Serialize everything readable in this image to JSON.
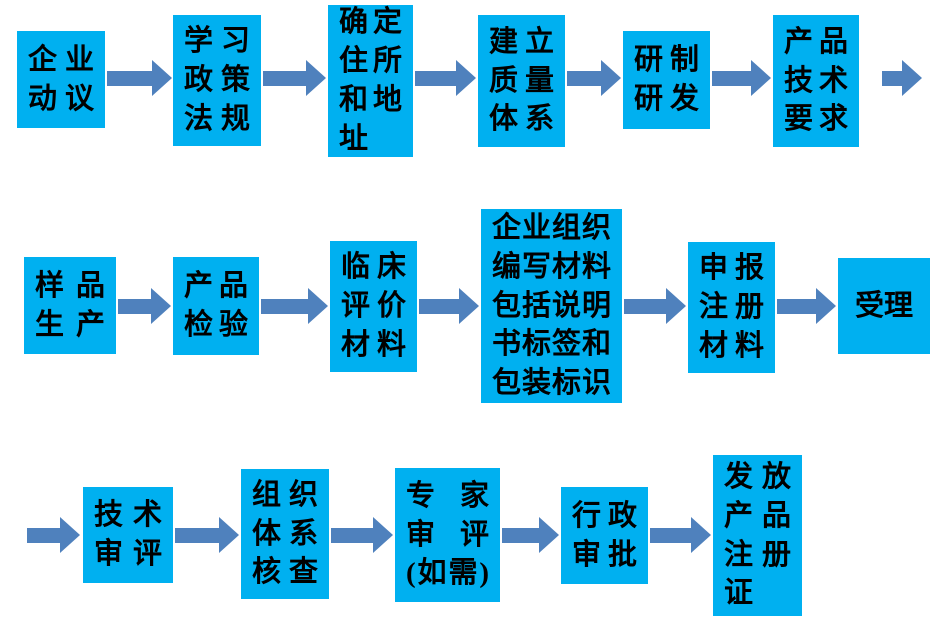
{
  "colors": {
    "box_fill": "#00b0f0",
    "arrow_fill": "#4f81bd",
    "text": "#000000",
    "background": "#ffffff"
  },
  "flowchart": {
    "steps": [
      {
        "label": "企业动议",
        "lines": [
          "企业",
          "动议"
        ]
      },
      {
        "label": "学习政策法规",
        "lines": [
          "学习",
          "政策",
          "法规"
        ]
      },
      {
        "label": "确定住所和地址",
        "lines": [
          "确定",
          "住所",
          "和地",
          "址"
        ]
      },
      {
        "label": "建立质量体系",
        "lines": [
          "建立",
          "质量",
          "体系"
        ]
      },
      {
        "label": "研制研发",
        "lines": [
          "研制",
          "研发"
        ]
      },
      {
        "label": "产品技术要求",
        "lines": [
          "产品",
          "技术",
          "要求"
        ]
      },
      {
        "label": "样品生产",
        "lines": [
          "样品",
          "生产"
        ]
      },
      {
        "label": "产品检验",
        "lines": [
          "产品",
          "检验"
        ]
      },
      {
        "label": "临床评价材料",
        "lines": [
          "临床",
          "评价",
          "材料"
        ]
      },
      {
        "label": "企业组织编写材料包括说明书标签和包装标识",
        "lines": [
          "企业组织",
          "编写材料",
          "包括说明",
          "书标签和",
          "包装标识"
        ]
      },
      {
        "label": "申报注册材料",
        "lines": [
          "申报",
          "注册",
          "材料"
        ]
      },
      {
        "label": "受理",
        "lines": [
          "受理"
        ]
      },
      {
        "label": "技术审评",
        "lines": [
          "技术",
          "审评"
        ]
      },
      {
        "label": "组织体系核查",
        "lines": [
          "组织",
          "体系",
          "核查"
        ]
      },
      {
        "label": "专家审评(如需)",
        "lines": [
          "专家",
          "审评",
          "(如需)"
        ]
      },
      {
        "label": "行政审批",
        "lines": [
          "行政",
          "审批"
        ]
      },
      {
        "label": "发放产品注册证",
        "lines": [
          "发放",
          "产品",
          "注册",
          "证"
        ]
      }
    ]
  }
}
